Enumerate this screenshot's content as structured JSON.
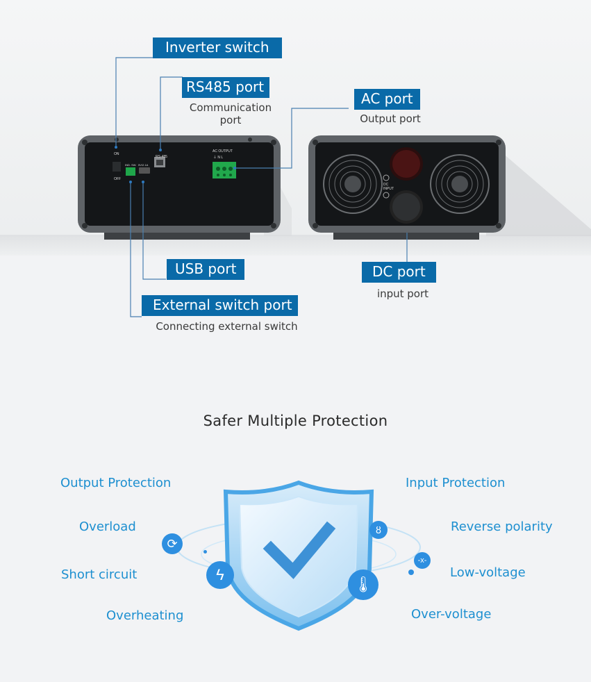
{
  "callouts": {
    "inverter_switch": {
      "label": "Inverter switch"
    },
    "rs485": {
      "label": "RS485 port",
      "sub": "Communication port"
    },
    "ac_port": {
      "label": "AC port",
      "sub": "Output port"
    },
    "usb": {
      "label": "USB port"
    },
    "ext_switch": {
      "label": "External switch port",
      "sub": "Connecting external switch"
    },
    "dc_port": {
      "label": "DC port",
      "sub": "input port"
    }
  },
  "device_panel": {
    "on": "ON",
    "off": "OFF",
    "rs485_small": "RS-485",
    "ac_output": "AC OUTPUT",
    "ac_pins": "⏚  N  L",
    "dc_input": "DC INPUT",
    "ext_small": "IND. SW.",
    "usb_small": "5V/2.1A"
  },
  "protection": {
    "title": "Safer Multiple Protection",
    "left": [
      "Output Protection",
      "Overload",
      "Short circuit",
      "Overheating"
    ],
    "right": [
      "Input Protection",
      "Reverse polarity",
      "Low-voltage",
      "Over-voltage"
    ]
  },
  "colors": {
    "callout_bg": "#0a6aa8",
    "protect_text": "#1d8fd0",
    "shield": "#3a9ee0"
  },
  "icons": [
    "refresh-icon",
    "lightning-icon",
    "plug-icon",
    "x-icon",
    "thermometer-icon",
    "checkmark-icon"
  ]
}
